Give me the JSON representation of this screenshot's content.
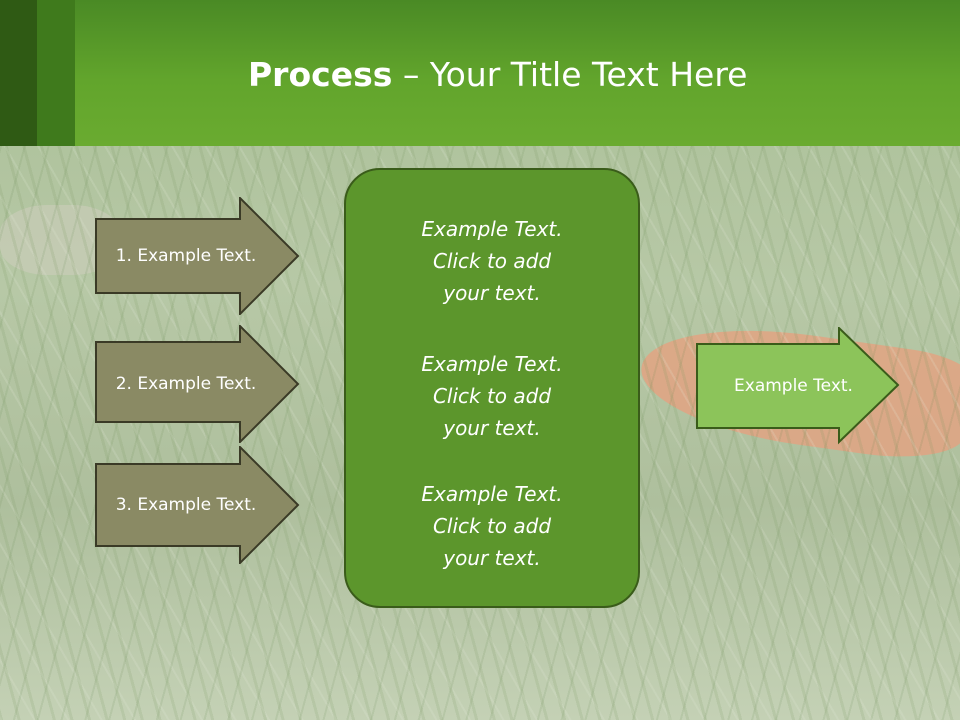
{
  "slide": {
    "title_bold": "Process",
    "title_rest": " – Your Title Text Here"
  },
  "left_arrows": [
    {
      "label": "1. Example Text."
    },
    {
      "label": "2. Example Text."
    },
    {
      "label": "3. Example Text."
    }
  ],
  "center_box": {
    "blocks": [
      {
        "line1": "Example Text.",
        "line2": "Click  to add",
        "line3": "your text."
      },
      {
        "line1": "Example Text.",
        "line2": "Click  to add",
        "line3": "your text."
      },
      {
        "line1": "Example Text.",
        "line2": "Click  to add",
        "line3": "your text."
      }
    ]
  },
  "right_arrow": {
    "label": "Example Text."
  },
  "colors": {
    "header_green": "#62a52c",
    "dark_stripe": "#2f5a14",
    "left_arrow_fill": "#8a8a64",
    "center_box_fill": "#5c962c",
    "right_arrow_fill": "#8cc45a"
  }
}
